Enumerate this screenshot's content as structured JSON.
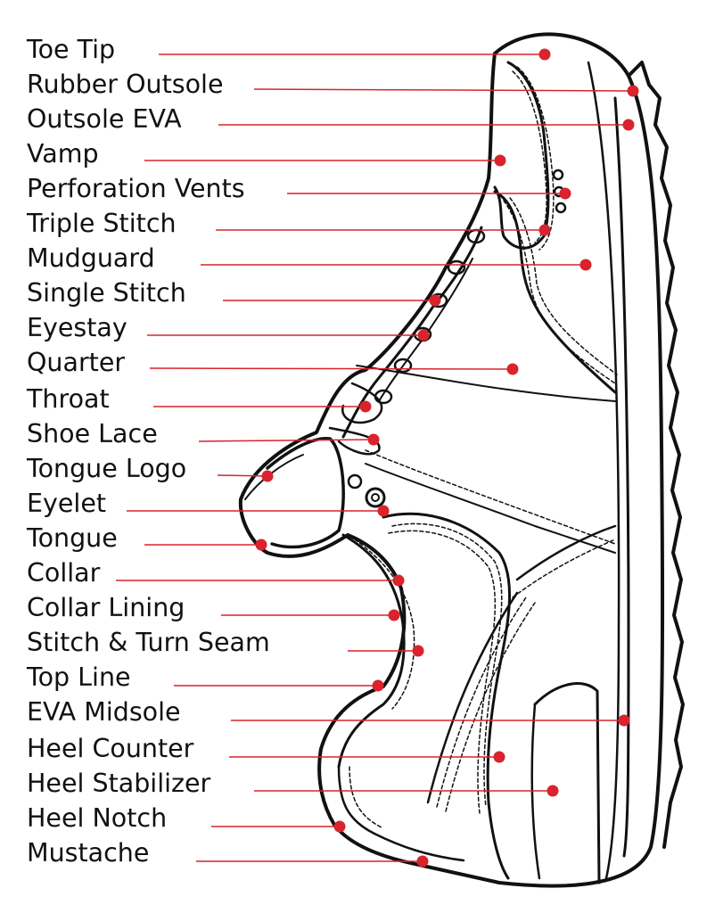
{
  "accent_color": "#d9232d",
  "outline_color": "#111111",
  "labels": [
    "Toe Tip",
    "Rubber Outsole",
    "Outsole EVA",
    "Vamp",
    "Perforation Vents",
    "Triple Stitch",
    "Mudguard",
    "Single Stitch",
    "Eyestay",
    "Quarter",
    "Throat",
    "Shoe Lace",
    "Tongue Logo",
    "Eyelet",
    "Tongue",
    "Collar",
    "Collar Lining",
    "Stitch & Turn Seam",
    "Top Line",
    "EVA Midsole",
    "Heel Counter",
    "Heel Stabilizer",
    "Heel Notch",
    "Mustache"
  ]
}
